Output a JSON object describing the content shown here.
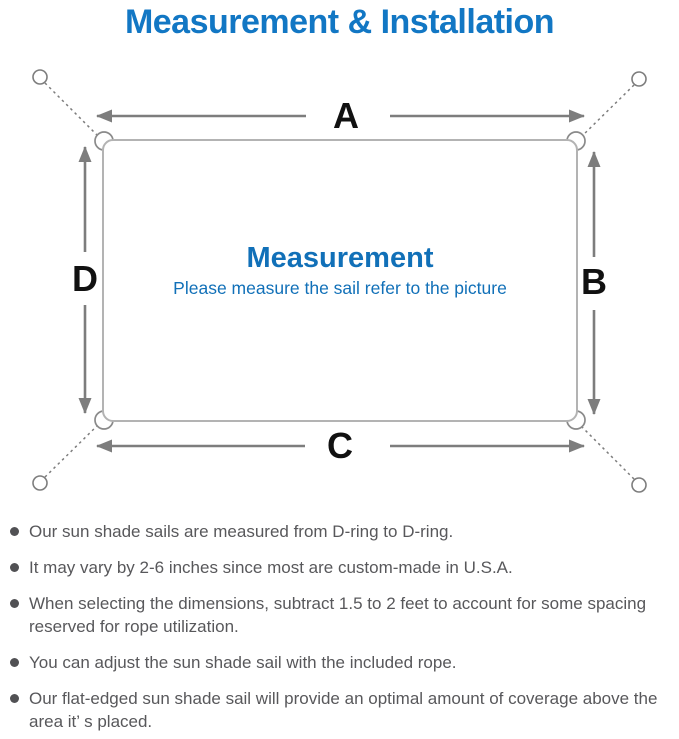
{
  "title": "Measurement & Installation",
  "diagram": {
    "labels": {
      "top": "A",
      "right": "B",
      "bottom": "C",
      "left": "D"
    },
    "center_title": "Measurement",
    "center_subtitle": "Please measure the sail refer to the picture"
  },
  "bullets": [
    "Our sun shade sails are measured from D-ring to D-ring.",
    "It may vary by 2-6 inches since most are custom-made in U.S.A.",
    "When selecting the dimensions, subtract 1.5 to 2 feet to account for some spacing reserved for rope utilization.",
    "You can adjust the sun shade sail with the included rope.",
    "Our flat-edged sun shade sail will provide an optimal amount of coverage above the area it’ s placed."
  ],
  "colors": {
    "title_blue": "#1277c4",
    "center_blue": "#1170b8",
    "line_gray": "#7d7d7d",
    "sail_outline_gray": "#b3b3b3",
    "text_gray": "#58585b"
  }
}
